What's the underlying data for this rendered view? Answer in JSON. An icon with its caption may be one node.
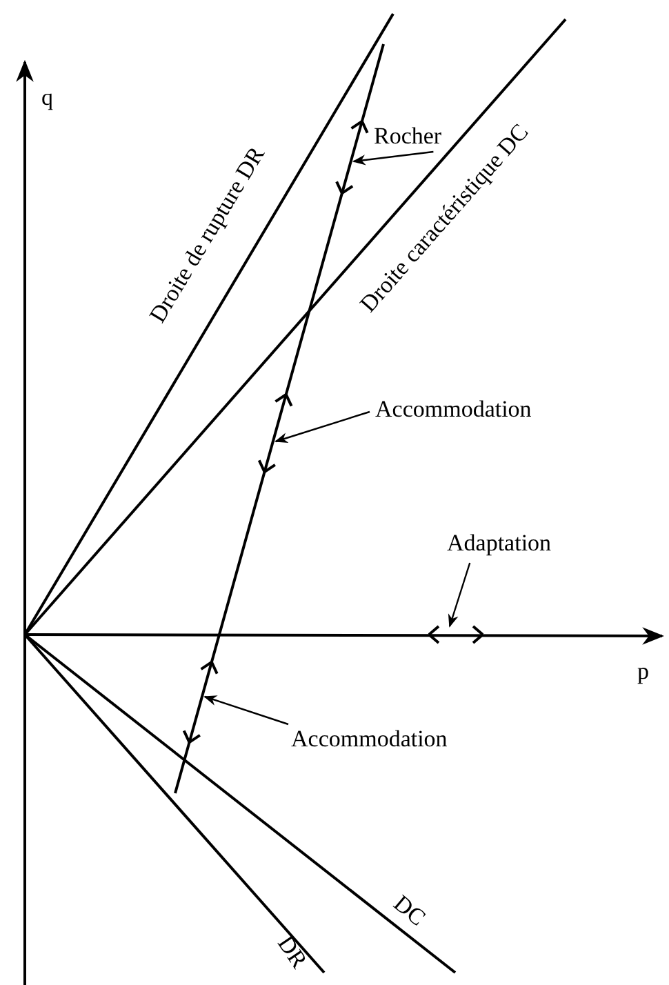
{
  "diagram": {
    "nodes": [
      {
        "text": [
          "Rocher"
        ]
      },
      {
        "text": [
          "Accommodation"
        ]
      },
      {
        "text": [
          "Adaptation"
        ]
      },
      {
        "text": [
          "Accommodation"
        ]
      },
      {
        "text": [],
        "shape": "line"
      }
    ],
    "edges": [
      {
        "from": 0,
        "to": 4,
        "arrow": "to"
      },
      {
        "from": 1,
        "to": 4,
        "arrow": "to"
      },
      {
        "from": 2,
        "to": null,
        "arrow": "to"
      },
      {
        "from": 3,
        "to": 4,
        "arrow": "to"
      }
    ],
    "labels": [
      "q",
      "Droite de rupture  DR",
      "Droite caractéristique DC",
      "p",
      "DC",
      "DR"
    ]
  }
}
